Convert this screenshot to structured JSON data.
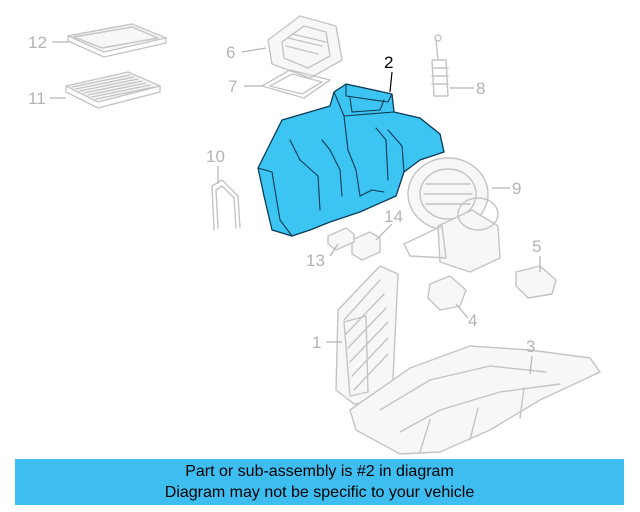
{
  "diagram": {
    "highlight_color": "#3cc4f2",
    "callouts": [
      {
        "id": "1",
        "label": "1"
      },
      {
        "id": "2",
        "label": "2",
        "active": true
      },
      {
        "id": "3",
        "label": "3"
      },
      {
        "id": "4",
        "label": "4"
      },
      {
        "id": "5",
        "label": "5"
      },
      {
        "id": "6",
        "label": "6"
      },
      {
        "id": "7",
        "label": "7"
      },
      {
        "id": "8",
        "label": "8"
      },
      {
        "id": "9",
        "label": "9"
      },
      {
        "id": "10",
        "label": "10"
      },
      {
        "id": "11",
        "label": "11"
      },
      {
        "id": "12",
        "label": "12"
      },
      {
        "id": "13",
        "label": "13"
      },
      {
        "id": "14",
        "label": "14"
      }
    ]
  },
  "banner": {
    "line1": "Part or sub-assembly is #2 in diagram",
    "line2": "Diagram may not be specific to your vehicle",
    "color": "#3ebdf0"
  }
}
